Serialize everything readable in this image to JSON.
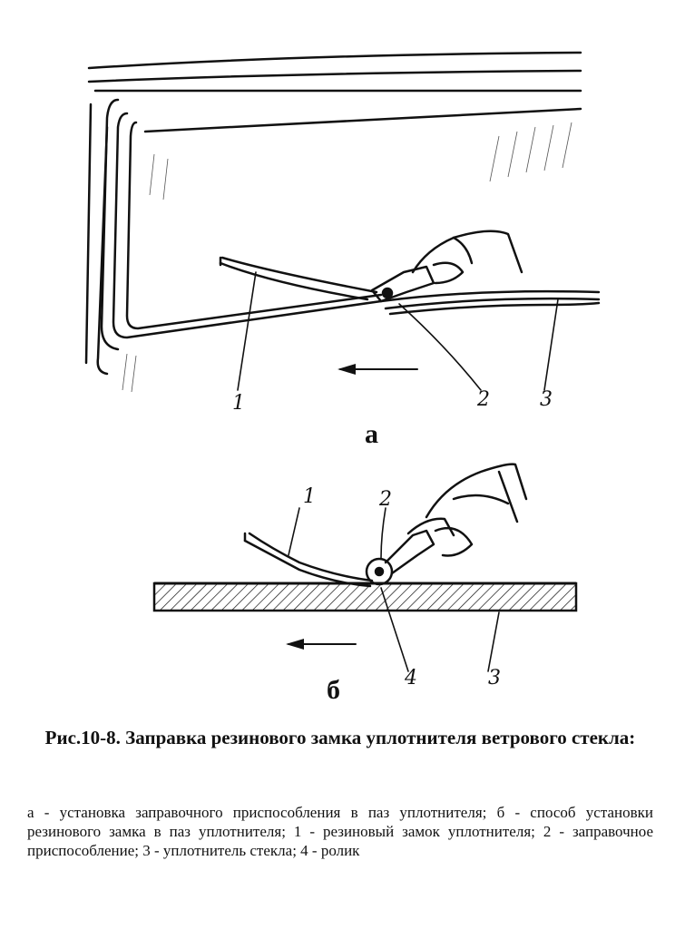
{
  "figure_a": {
    "sublabel": "а",
    "callouts": [
      "1",
      "2",
      "3"
    ]
  },
  "figure_b": {
    "sublabel": "б",
    "callouts": [
      "1",
      "2",
      "3",
      "4"
    ]
  },
  "caption": "Рис.10-8. Заправка резинового замка уплотнителя ветрового стекла:",
  "legend": "а - установка заправочного приспособления в паз уплотнителя; б - способ установки резинового замка в паз уплотнителя; 1 - резиновый замок уплотнителя; 2 - заправочное приспособление; 3 - уплотнитель стекла; 4 - ролик"
}
